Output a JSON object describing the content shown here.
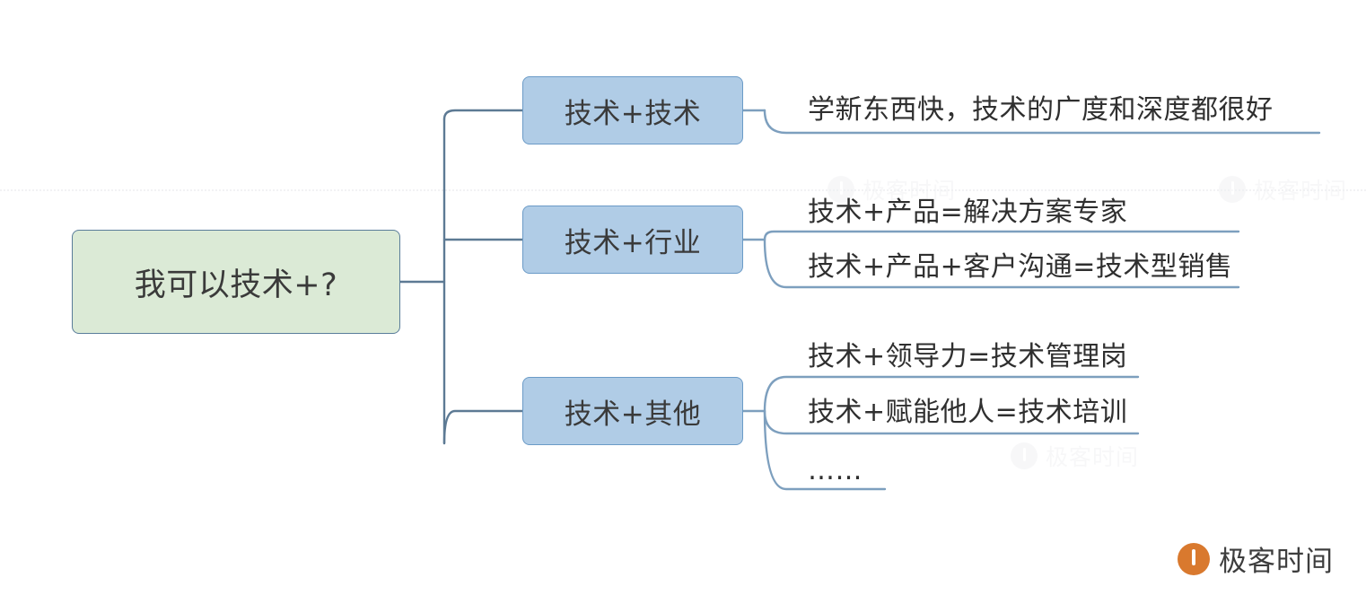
{
  "diagram": {
    "type": "mind-map",
    "title": "我可以技术+?",
    "root": {
      "label": "我可以技术+?",
      "fill": "#dbead6",
      "stroke": "#5a7d9a"
    },
    "branch_fill": "#b0cce6",
    "branch_stroke": "#6b9bc7",
    "connector_color": "#5d7a94",
    "leaf_connector_color": "#7d9fbe",
    "text_color": "#2f2f2f",
    "branches": [
      {
        "label": "技术+技术",
        "leaves": [
          {
            "text": "学新东西快，技术的广度和深度都很好"
          }
        ]
      },
      {
        "label": "技术+行业",
        "leaves": [
          {
            "text": "技术+产品=解决方案专家"
          },
          {
            "text": "技术+产品+客户沟通=技术型销售"
          }
        ]
      },
      {
        "label": "技术+其他",
        "leaves": [
          {
            "text": "技术+领导力=技术管理岗"
          },
          {
            "text": "技术+赋能他人=技术培训"
          },
          {
            "text": "……"
          }
        ]
      }
    ]
  },
  "brand": {
    "name": "极客时间",
    "mark_color": "#d9792e"
  },
  "watermarks": [
    {
      "name": "极客时间"
    },
    {
      "name": "极客时间"
    },
    {
      "name": "极客时间"
    }
  ]
}
